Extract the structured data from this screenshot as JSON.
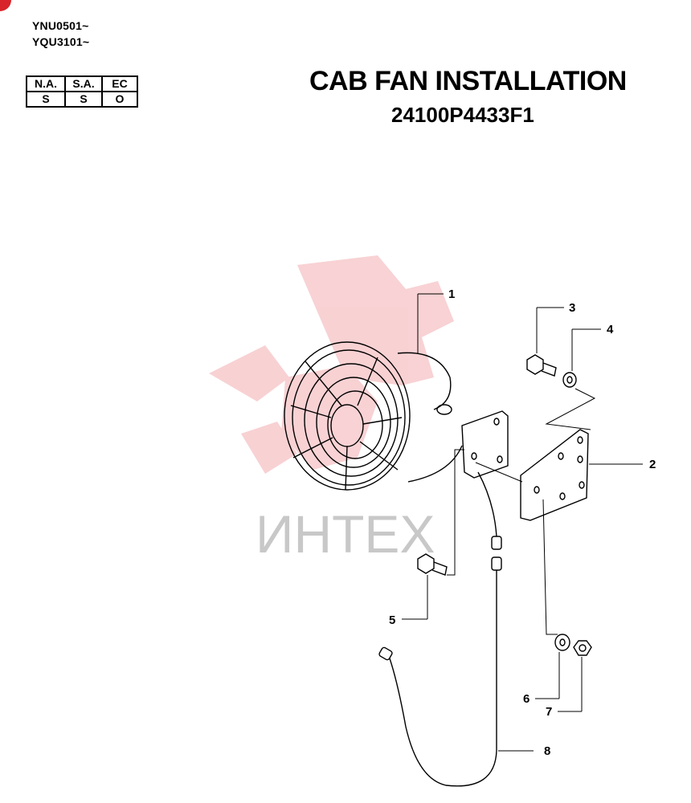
{
  "header": {
    "serial_ranges": [
      "YNU0501~",
      "YQU3101~"
    ],
    "region_table": {
      "headers": [
        "N.A.",
        "S.A.",
        "EC"
      ],
      "values": [
        "S",
        "S",
        "O"
      ]
    },
    "title": "CAB FAN INSTALLATION",
    "part_number": "24100P4433F1"
  },
  "watermark": {
    "text": "ИНТЕХ",
    "color": "#e0333a"
  },
  "callouts": [
    "1",
    "2",
    "3",
    "4",
    "5",
    "6",
    "7",
    "8"
  ],
  "colors": {
    "badge": "#d8232a",
    "line": "#000000"
  }
}
